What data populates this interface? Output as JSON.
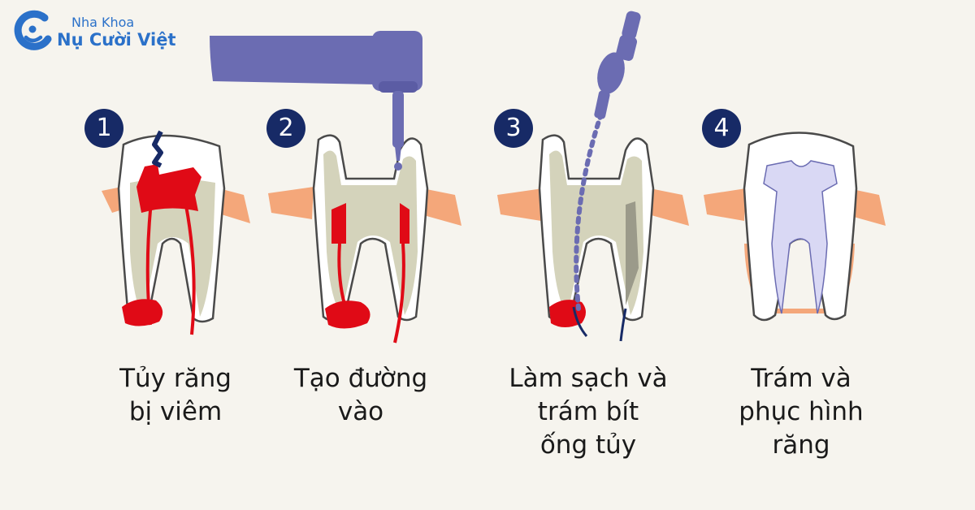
{
  "brand": {
    "line1": "Nha Khoa",
    "line2": "Nụ Cười Việt",
    "color": "#2b71c9"
  },
  "steps": [
    {
      "number": "1",
      "caption": "Tủy răng\nbị viêm"
    },
    {
      "number": "2",
      "caption": "Tạo đường\nvào"
    },
    {
      "number": "3",
      "caption": "Làm sạch và\ntrám bít\nống tủy"
    },
    {
      "number": "4",
      "caption": "Trám và\nphục hình\nrăng"
    }
  ],
  "colors": {
    "background": "#f6f4ee",
    "badge": "#172a66",
    "gum": "#f4a77a",
    "dentin": "#d4d3bb",
    "enamel": "#ffffff",
    "infection": "#e00a16",
    "instrument": "#6b6cb2",
    "filling": "#d9d8f4"
  }
}
